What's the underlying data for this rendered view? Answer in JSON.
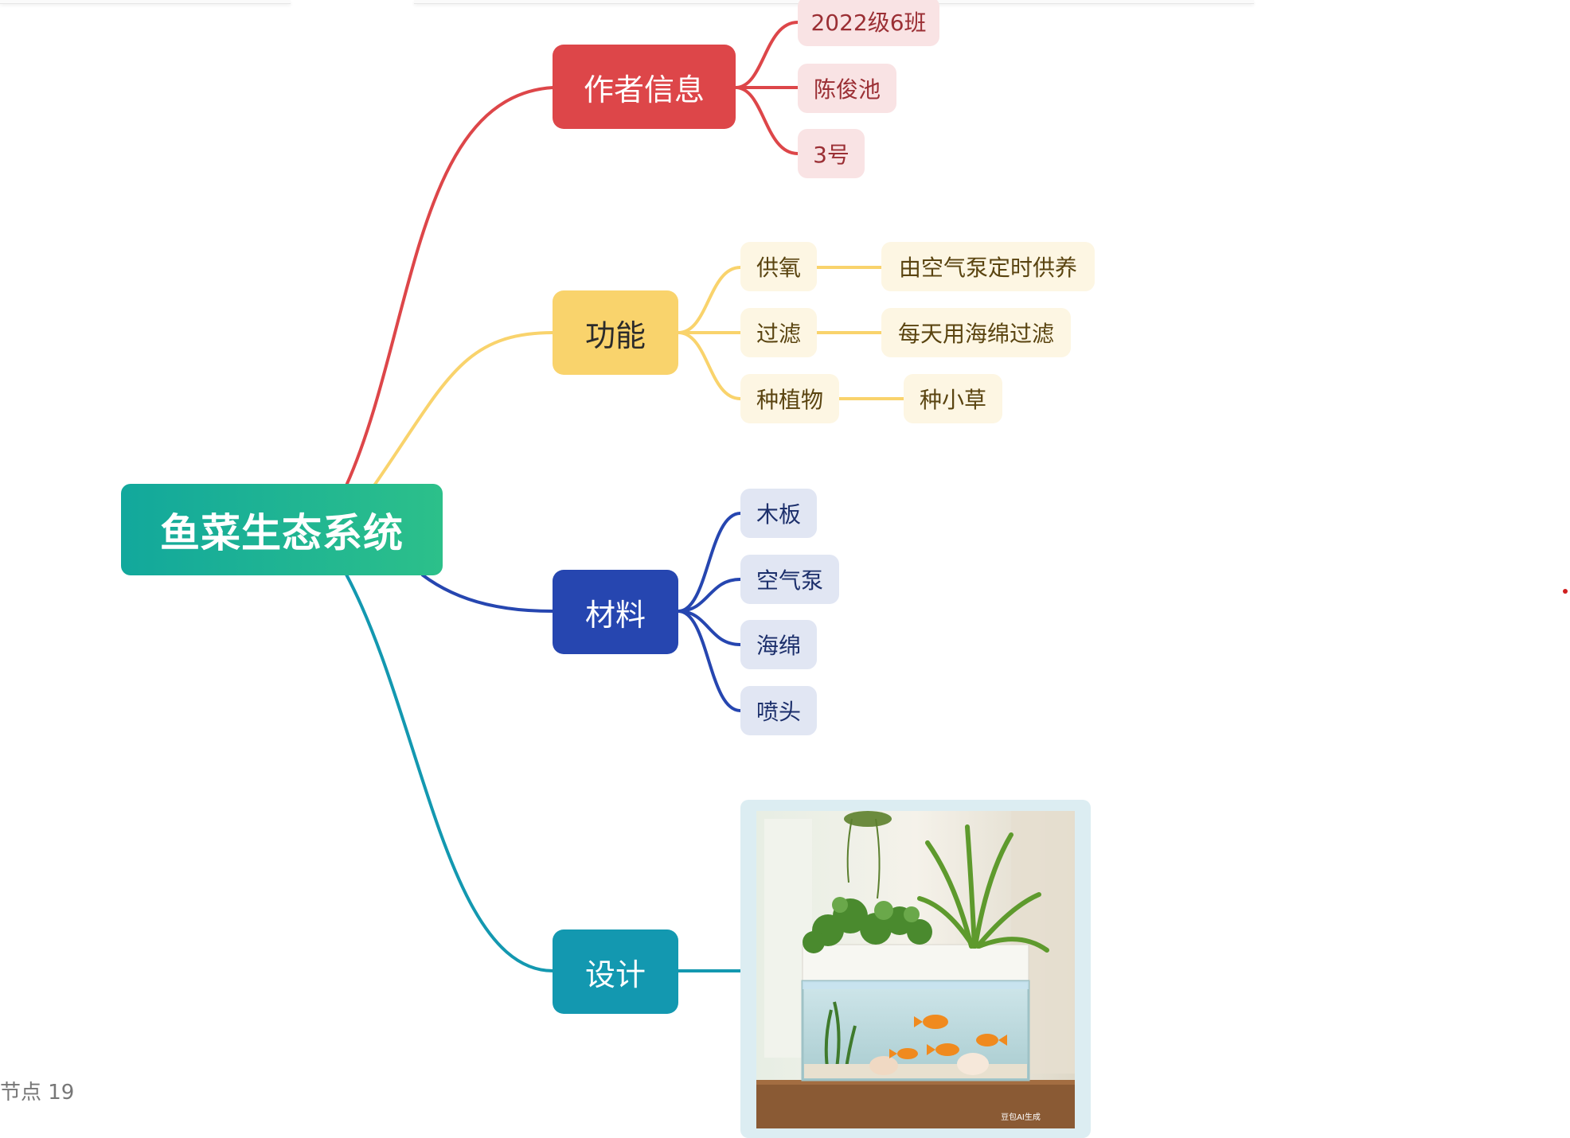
{
  "root": {
    "label": "鱼菜生态系统",
    "color_start": "#12a89c",
    "color_end": "#2cc08a"
  },
  "branches": [
    {
      "key": "author",
      "label": "作者信息",
      "color": "#dd4649",
      "children": [
        {
          "label": "2022级6班"
        },
        {
          "label": "陈俊池"
        },
        {
          "label": "3号"
        }
      ]
    },
    {
      "key": "function",
      "label": "功能",
      "color": "#f9d36c",
      "text_color": "#2b2b2b",
      "children": [
        {
          "label": "供氧",
          "detail": "由空气泵定时供养"
        },
        {
          "label": "过滤",
          "detail": "每天用海绵过滤"
        },
        {
          "label": "种植物",
          "detail": "种小草"
        }
      ]
    },
    {
      "key": "material",
      "label": "材料",
      "color": "#2646b0",
      "children": [
        {
          "label": "木板"
        },
        {
          "label": "空气泵"
        },
        {
          "label": "海绵"
        },
        {
          "label": "喷头"
        }
      ]
    },
    {
      "key": "design",
      "label": "设计",
      "color": "#1398b0",
      "image": {
        "description_icon": "aquaponics-tank-image",
        "watermark": "豆包AI生成"
      }
    }
  ],
  "status": {
    "node_count_label": "节点 19"
  }
}
